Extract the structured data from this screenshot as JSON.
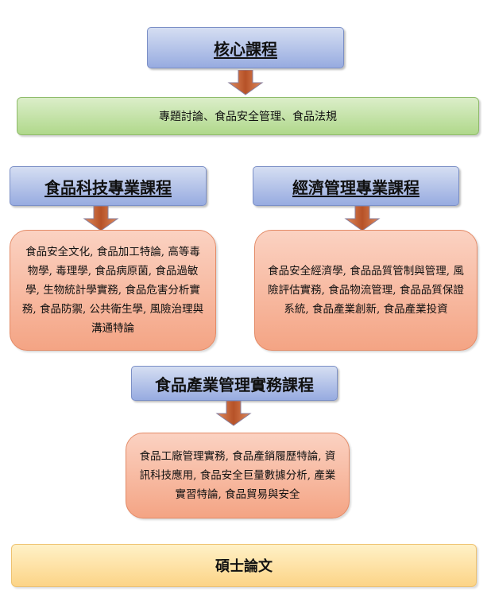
{
  "core": {
    "title": "核心課程",
    "content": "專題討論、食品安全管理、食品法規"
  },
  "food_science": {
    "title": "食品科技專業課程",
    "content": "食品安全文化, 食品加工特論, 高等毒物學, 毒理學, 食品病原菌, 食品過敏學, 生物統計學實務, 食品危害分析實務, 食品防禦, 公共衛生學, 風險治理與溝通特論"
  },
  "economics": {
    "title": "經濟管理專業課程",
    "content": "食品安全經濟學, 食品品質管制與管理, 風險評估實務, 食品物流管理, 食品品質保證系統, 食品產業創新, 食品產業投資"
  },
  "industry": {
    "title": "食品產業管理實務課程",
    "content": "食品工廠管理實務, 食品產銷履歷特論, 資訊科技應用, 食品安全巨量數據分析, 產業實習特論, 食品貿易與安全"
  },
  "thesis": {
    "title": "碩士論文"
  },
  "colors": {
    "blue_header": "#97abe0",
    "green_bar": "#b0d88b",
    "orange_box": "#f4a484",
    "yellow_bar": "#fcd487",
    "arrow": "#c0633a"
  }
}
